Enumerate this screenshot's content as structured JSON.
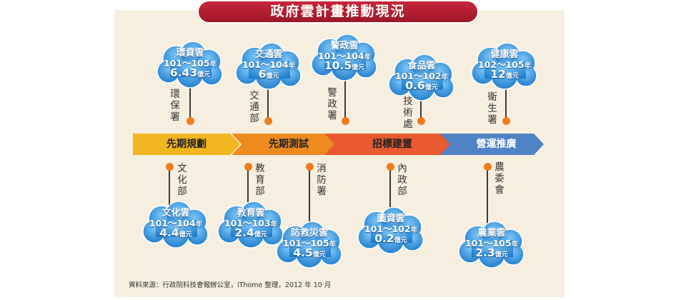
{
  "title": "政府雲計畫推動現況",
  "phases": [
    {
      "label": "先期規劃",
      "color": "#f1b620"
    },
    {
      "label": "先期測試",
      "color": "#ef8a1e"
    },
    {
      "label": "招標建置",
      "color": "#e95a30"
    },
    {
      "label": "營運推廣",
      "color": "#4f83c5"
    }
  ],
  "top": [
    {
      "cloud": "環資雲",
      "range": "101～105",
      "amount": "6.43",
      "agency": "環保署"
    },
    {
      "cloud": "交通雲",
      "range": "101～104",
      "amount": "6",
      "agency": "交通部"
    },
    {
      "cloud": "警政雲",
      "range": "101～104",
      "amount": "10.5",
      "agency": "警政署"
    },
    {
      "cloud": "食品雲",
      "range": "101～102",
      "amount": "0.6",
      "agency": "技術處"
    },
    {
      "cloud": "健康雲",
      "range": "102～105",
      "amount": "12",
      "agency": "衛生署"
    }
  ],
  "bottom": [
    {
      "cloud": "文化雲",
      "range": "101～104",
      "amount": "4.4",
      "agency": "文化部"
    },
    {
      "cloud": "教育雲",
      "range": "101～103",
      "amount": "2.4",
      "agency": "教育部"
    },
    {
      "cloud": "防救災雲",
      "range": "101～105",
      "amount": "4.5",
      "agency": "消防署"
    },
    {
      "cloud": "圖資雲",
      "range": "101～102",
      "amount": "0.2",
      "agency": "內政部"
    },
    {
      "cloud": "農業雲",
      "range": "101～105",
      "amount": "2.3",
      "agency": "農委會"
    }
  ],
  "units": {
    "year": "年",
    "money": "億元"
  },
  "source": "資料來源：行政院科技會報辦公室，iThome 整理，2012 年 10 月",
  "colors": {
    "title_bg": "#b71c2e",
    "cloud": "#2f8fd9",
    "dot": "#f07d1c"
  }
}
